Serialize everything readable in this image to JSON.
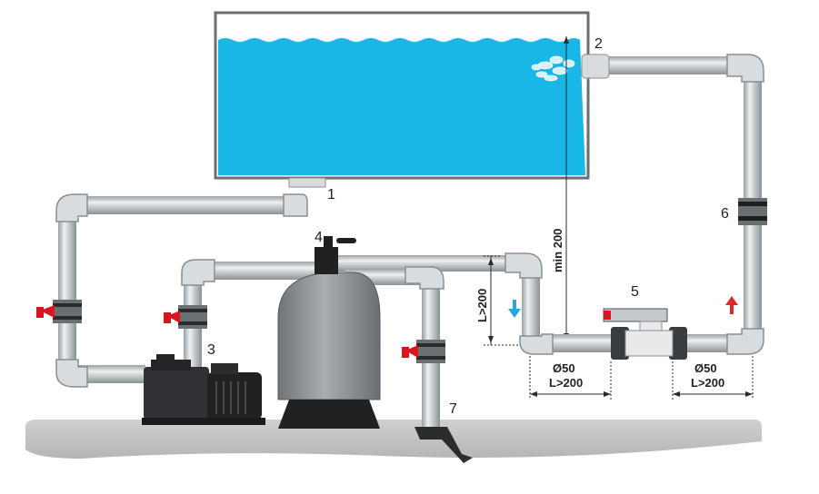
{
  "labels": {
    "skimmer": "1",
    "inlet": "2",
    "pump": "3",
    "valve": "4",
    "heater": "5",
    "union": "6",
    "drain": "7"
  },
  "dimensions": {
    "min_height": "min 200",
    "riser_length": "L>200",
    "left_diameter": "Ø50",
    "left_length": "L>200",
    "right_diameter": "Ø50",
    "right_length": "L>200"
  },
  "colors": {
    "water": "#19b7e5",
    "pipe": "#c9cdd0",
    "valve_handle": "#d9151f",
    "arrow_down": "#2ea3dc",
    "arrow_up": "#e0262b",
    "tank": "#8d9295",
    "ground": "#c4c5c6"
  }
}
